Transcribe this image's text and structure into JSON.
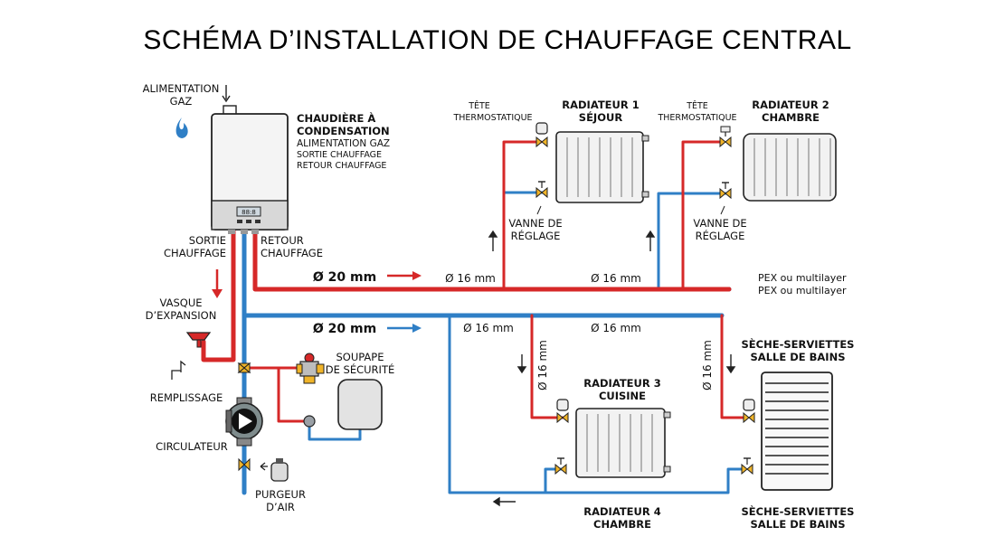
{
  "title": "SCHÉMA D’INSTALLATION DE CHAUFFAGE CENTRAL",
  "colors": {
    "hot": "#d62828",
    "cold": "#2f7fc6",
    "flame": "#2f7fc6"
  },
  "boiler": {
    "heading_1": "CHAUDIÈRE À",
    "heading_2": "CONDENSATION",
    "sub_1": "ALIMENTATION GAZ",
    "sub_2": "SORTIE CHAUFFAGE",
    "sub_3": "RETOUR CHAUFFAGE"
  },
  "gas_supply": {
    "line_1": "ALIMENTATION",
    "line_2": "GAZ"
  },
  "supply_label": {
    "line_1": "SORTIE",
    "line_2": "CHAUFFAGE"
  },
  "return_label": {
    "line_1": "RETOUR",
    "line_2": "CHAUFFAGE"
  },
  "expansion": {
    "line_1": "VASQUE",
    "line_2": "D’EXPANSION"
  },
  "filling": "REMPLISSAGE",
  "circulator": "CIRCULATEUR",
  "air_purge": {
    "line_1": "PURGEUR",
    "line_2": "D’AIR"
  },
  "safety_valve": {
    "line_1": "SOUPAPE",
    "line_2": "DE SÉCURITÉ"
  },
  "pipes": {
    "main_hot": "Ø 20 mm",
    "main_cold": "Ø 20 mm",
    "d16_1": "Ø 16 mm",
    "d16_2": "Ø 16 mm",
    "d16_3": "Ø 16 mm",
    "d16_4": "Ø 16 mm",
    "d16_v1": "Ø 16 mm",
    "d16_v2": "Ø 16 mm"
  },
  "legend": {
    "hot": "PEX ou multilayer",
    "cold": "PEX ou multilayer"
  },
  "radiator_1": {
    "line_1": "RADIATEUR 1",
    "line_2": "SÉJOUR"
  },
  "radiator_2": {
    "line_1": "RADIATEUR 2",
    "line_2": "CHAMBRE"
  },
  "radiator_3": {
    "line_1": "RADIATEUR 3",
    "line_2": "CUISINE"
  },
  "radiator_4": {
    "line_1": "RADIATEUR 4",
    "line_2": "CHAMBRE"
  },
  "towel_top": {
    "line_1": "SÈCHE-SERVIETTES",
    "line_2": "SALLE DE BAINS"
  },
  "towel_bottom": {
    "line_1": "SÈCHE-SERVIETTES",
    "line_2": "SALLE DE BAINS"
  },
  "thermo_1": {
    "line_1": "TÊTE",
    "line_2": "THERMOSTATIQUE"
  },
  "thermo_2": {
    "line_1": "TÊTE",
    "line_2": "THERMOSTATIQUE"
  },
  "valve_1": {
    "line_1": "VANNE DE",
    "line_2": "RÉGLAGE"
  },
  "valve_2": {
    "line_1": "VANNE DE",
    "line_2": "RÉGLAGE"
  },
  "boiler_display": "88:8"
}
